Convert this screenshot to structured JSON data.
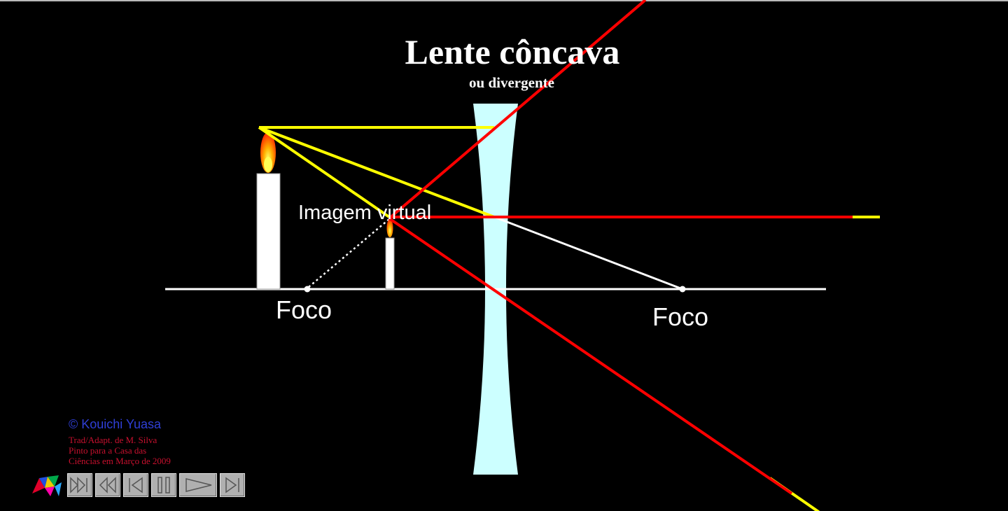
{
  "title": "Lente côncava",
  "subtitle": "ou divergente",
  "labels": {
    "virtual_image": "Imagem virtual",
    "focus_left": "Foco",
    "focus_right": "Foco"
  },
  "credits": {
    "author": "© Kouichi Yuasa",
    "translation_lines": [
      "Trad/Adapt. de M. Silva",
      "Pinto para a Casa das",
      "Ciências em Março de 2009"
    ]
  },
  "controls": {
    "icons": [
      "logo-icon",
      "rewind-to-start-icon",
      "step-back-icon",
      "previous-icon",
      "pause-icon",
      "play-icon",
      "skip-to-end-icon"
    ]
  },
  "colors": {
    "background": "#000000",
    "lens": "#ccffff",
    "ray_red": "#ff0000",
    "ray_yellow": "#ffff00",
    "axis": "#ffffff",
    "author_text": "#2f3fd6",
    "translation_text": "#c8102e"
  }
}
